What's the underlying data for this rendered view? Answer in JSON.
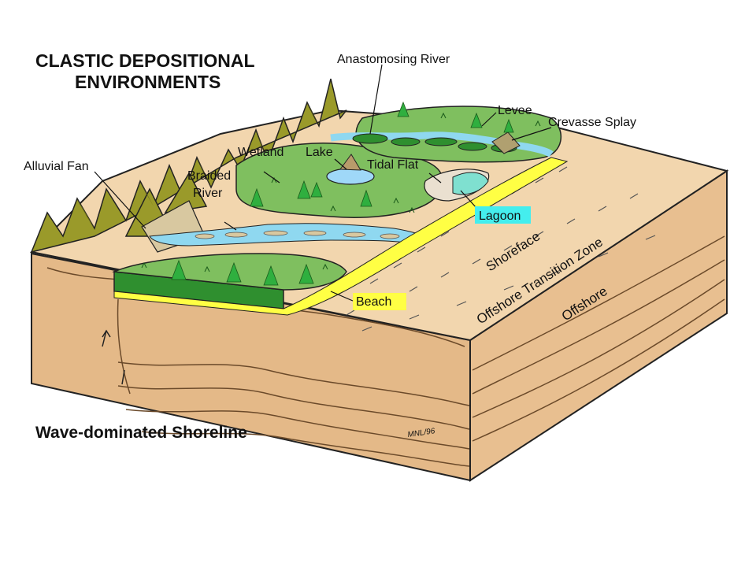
{
  "title": {
    "line1": "CLASTIC DEPOSITIONAL",
    "line2": "ENVIRONMENTS"
  },
  "subtitle": "Wave-dominated Shoreline",
  "signature": "MNL/96",
  "labels": {
    "anastomosing_river": "Anastomosing River",
    "levee": "Levee",
    "crevasse_splay": "Crevasse Splay",
    "alluvial_fan": "Alluvial Fan",
    "wetland": "Wetland",
    "lake": "Lake",
    "tidal_flat": "Tidal Flat",
    "braided_river_1": "Braided",
    "braided_river_2": "River",
    "lagoon": "Lagoon",
    "beach": "Beach",
    "shoreface": "Shoreface",
    "offshore_transition_zone": "Offshore Transition Zone",
    "offshore": "Offshore"
  },
  "colors": {
    "highlight_yellow": "#ffff44",
    "highlight_cyan": "#44eeee",
    "wetland_green": "#7fbf5f",
    "dark_green": "#2f8f2f",
    "water_blue": "#8fd8f0",
    "sand": "#f2d6ae",
    "block_side": "#e4b988",
    "mountain": "#9a9a2a",
    "outline": "#222222"
  }
}
